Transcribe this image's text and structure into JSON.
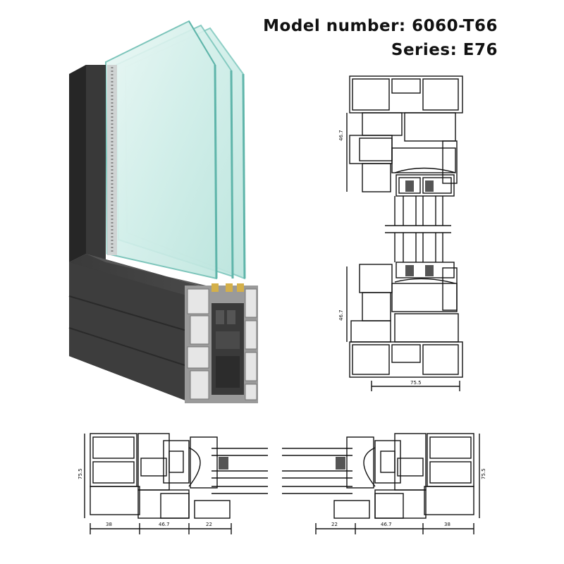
{
  "header": {
    "model_number": "Model number: 6060-T66",
    "series": "Series: E76"
  },
  "drawing": {
    "vertical_section": {
      "dim_top": "46.7",
      "dim_bottom": "46.7",
      "dim_width": "75.5"
    },
    "horizontal_section": {
      "left_dims": [
        "38",
        "46.7",
        "22"
      ],
      "right_dims": [
        "22",
        "46.7",
        "38"
      ],
      "height_dim_left": "75.5",
      "height_dim_right": "75.5"
    }
  }
}
